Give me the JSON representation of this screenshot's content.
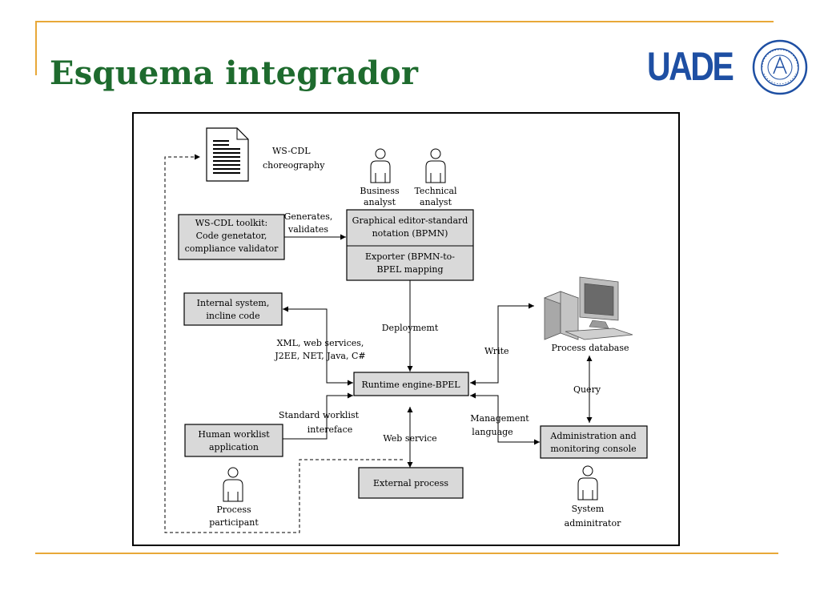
{
  "slide": {
    "title": "Esquema integrador"
  },
  "logo": {
    "text": "UADE",
    "seal_text": "UNIVERSIDAD ARGENTINA DE LA EMPRESA"
  },
  "colors": {
    "title": "#1e6b2e",
    "accent_line": "#e8a838",
    "logo": "#1e4fa3",
    "box_fill": "#d9d9d9"
  },
  "diagram": {
    "choreography_label": [
      "WS-CDL",
      "choreography"
    ],
    "business_analyst": [
      "Business",
      "analyst"
    ],
    "technical_analyst": [
      "Technical",
      "analyst"
    ],
    "wscdl_toolkit": [
      "WS-CDL toolkit:",
      "Code genetator,",
      "compliance validator"
    ],
    "generates_label": [
      "Generates,",
      "validates"
    ],
    "graphical_editor": [
      "Graphical editor-standard",
      "notation (BPMN)"
    ],
    "exporter": [
      "Exporter (BPMN-to-",
      "BPEL mapping"
    ],
    "internal_system": [
      "Internal system,",
      "incline code"
    ],
    "deployment_label": "Deploymemt",
    "xml_label": [
      "XML, web services,",
      "J2EE, NET, Java, C#"
    ],
    "write_label": "Write",
    "process_database": "Process database",
    "runtime_engine": "Runtime engine-BPEL",
    "query_label": "Query",
    "worklist_label": [
      "Standard worklist",
      "intereface"
    ],
    "management_label": [
      "Management",
      "language"
    ],
    "web_service_label": "Web service",
    "human_worklist": [
      "Human worklist",
      "application"
    ],
    "admin_console": [
      "Administration and",
      "monitoring console"
    ],
    "external_process": "External process",
    "process_participant": [
      "Process",
      "participant"
    ],
    "system_admin": [
      "System",
      "adminitrator"
    ]
  }
}
